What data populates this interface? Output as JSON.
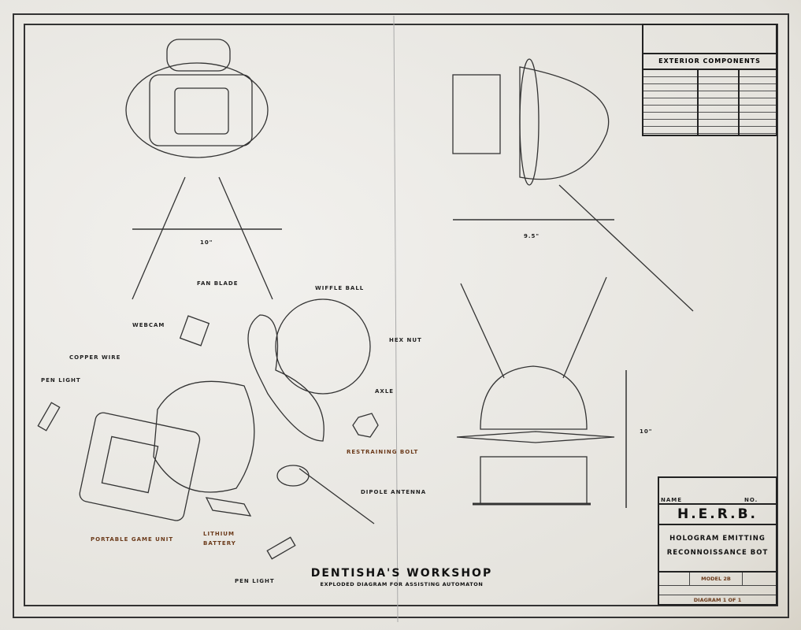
{
  "title": "Dentisha's Workshop",
  "subtitle": "Exploded diagram for assisting automaton",
  "exterior_table": {
    "title": "Exterior Components"
  },
  "title_block": {
    "name_label": "Name",
    "no_label": "No.",
    "name": "H.E.R.B.",
    "description_line1": "Hologram Emitting",
    "description_line2": "Reconnoissance Bot",
    "model": "Model 2B",
    "diagram": "Diagram 1 of 1"
  },
  "dimensions": {
    "front_width": "10\"",
    "side_width": "9.5\"",
    "height": "10\""
  },
  "parts": {
    "fan_blade": "Fan Blade",
    "wiffle_ball": "Wiffle Ball",
    "webcam": "Webcam",
    "hex_nut": "Hex Nut",
    "copper_wire": "Copper Wire",
    "pen_light_1": "Pen Light",
    "axle": "Axle",
    "restraining_bolt": "Restraining Bolt",
    "dipole_antenna": "Dipole Antenna",
    "portable_game_unit": "Portable Game Unit",
    "lithium_battery": "Lithium Battery",
    "pen_light_2": "Pen Light"
  }
}
